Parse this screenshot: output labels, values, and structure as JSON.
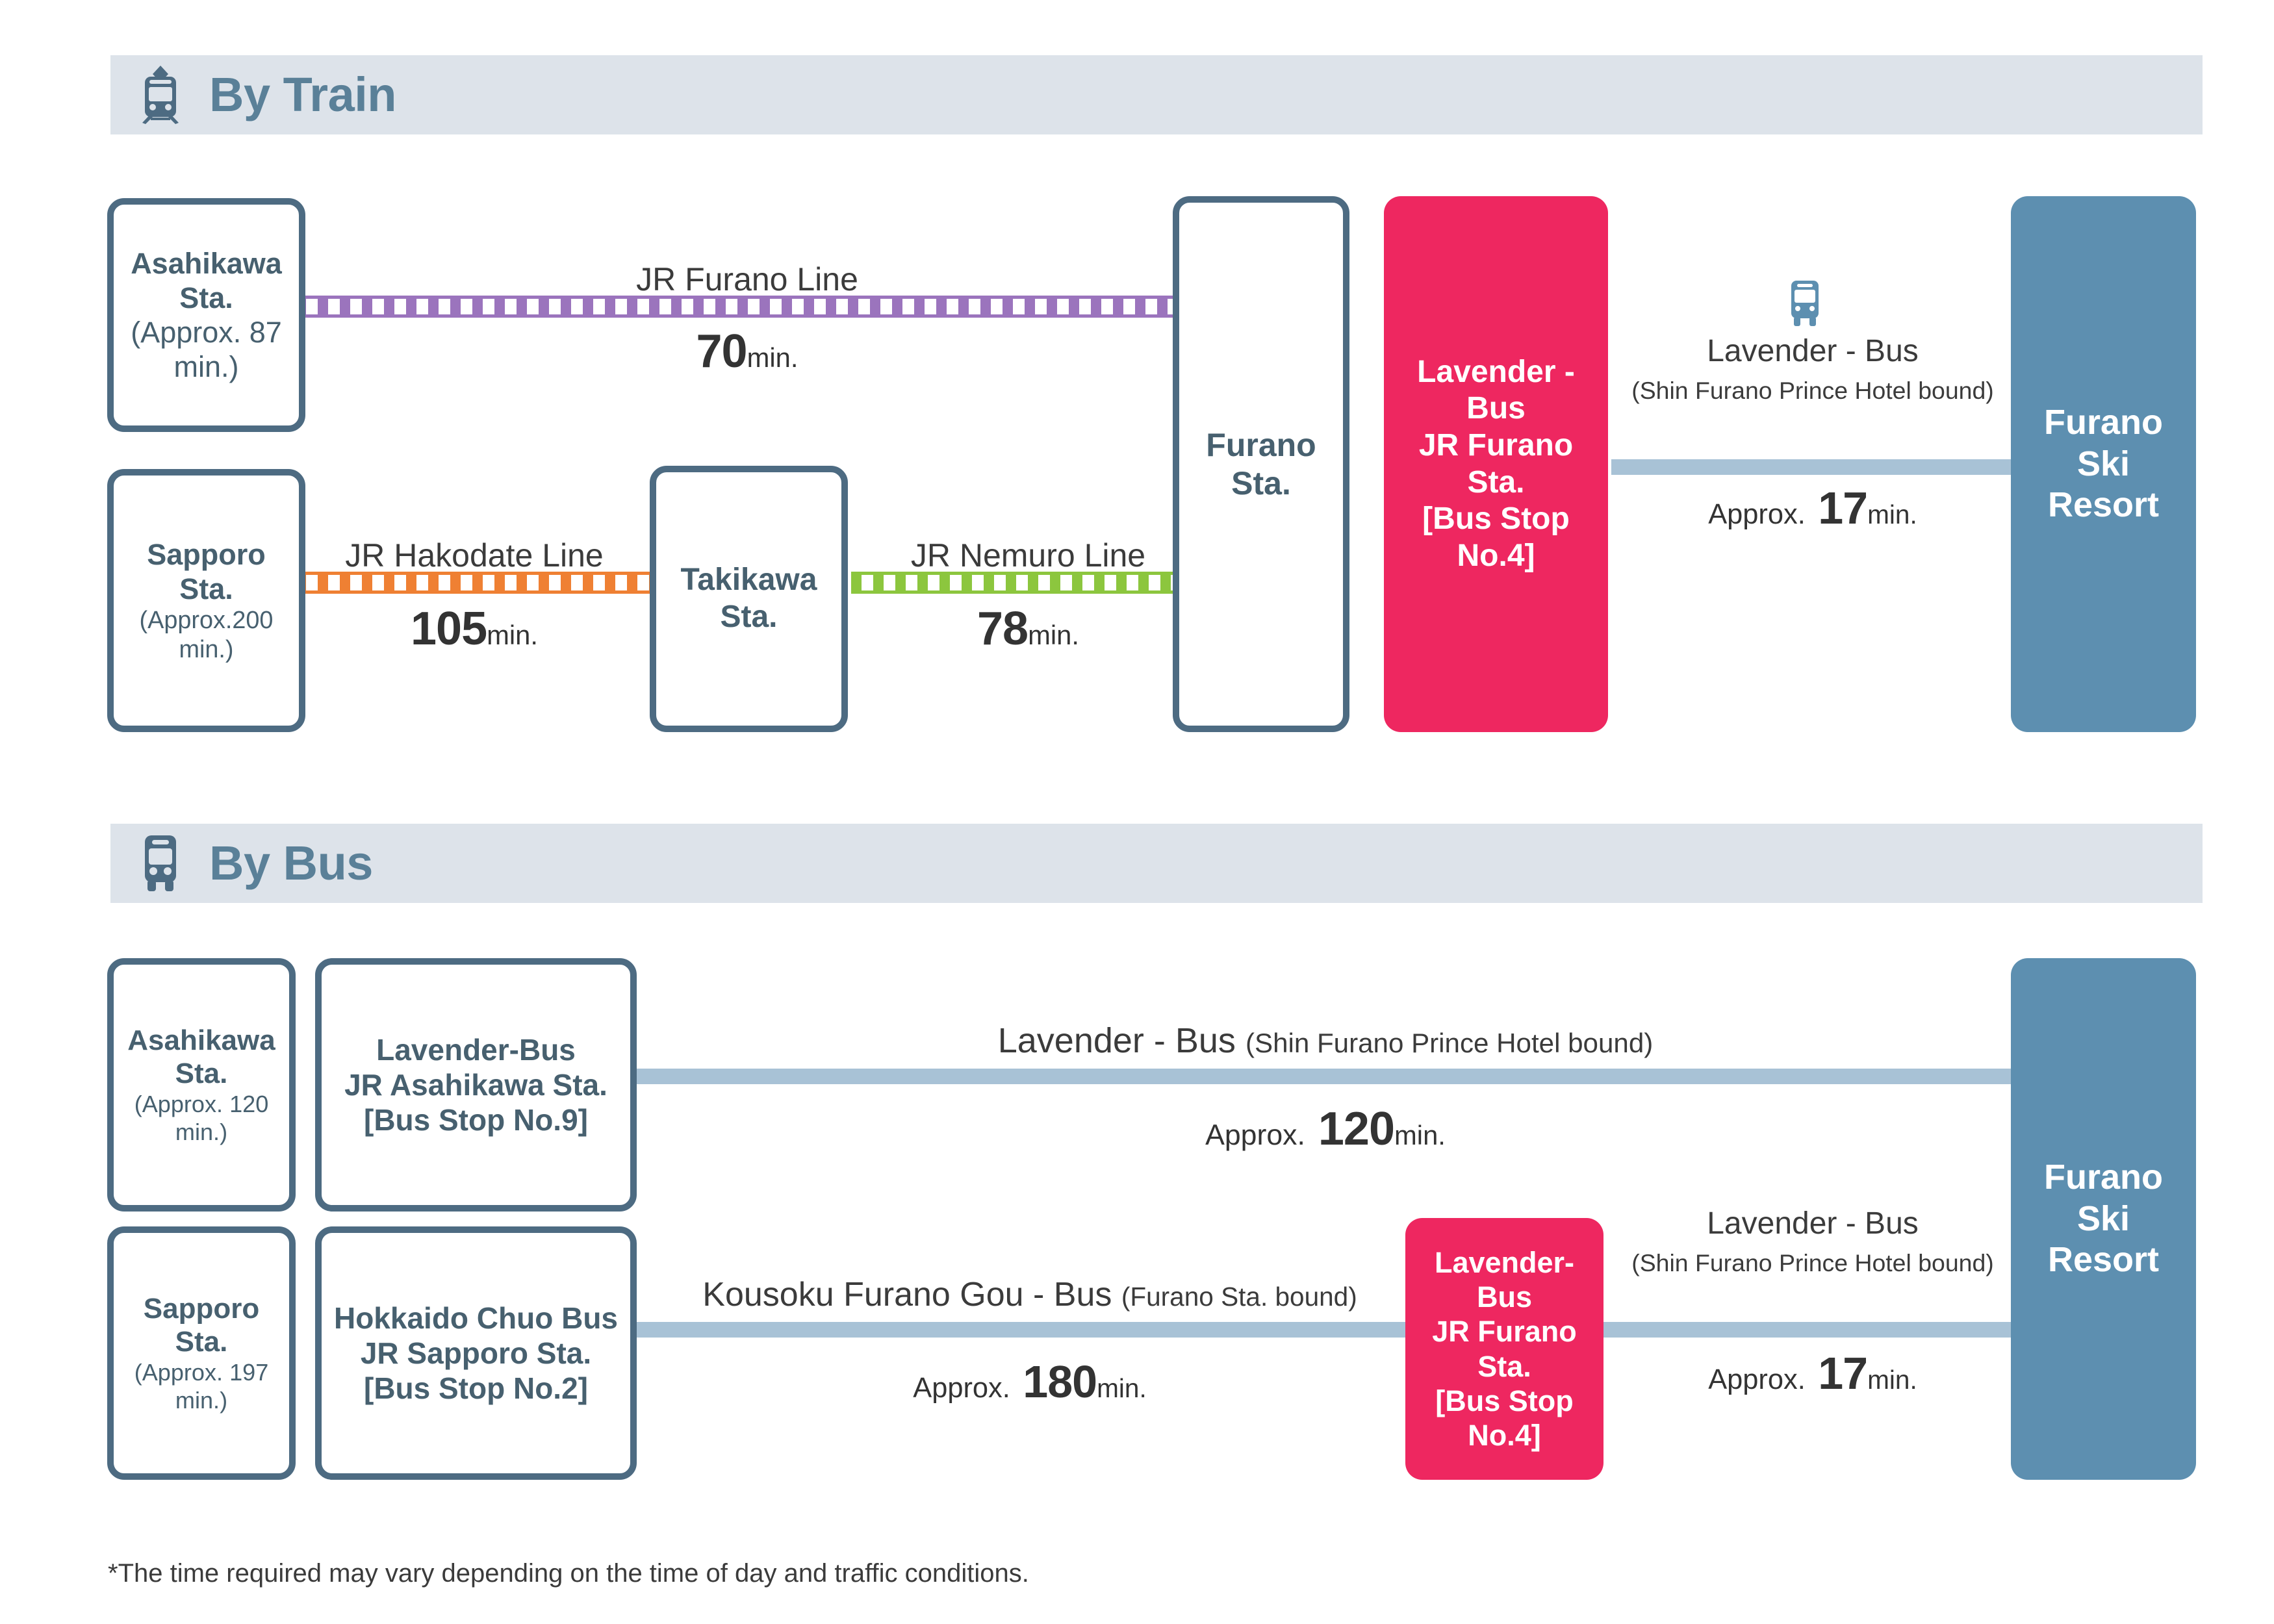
{
  "sections": {
    "train": {
      "icon": "train-icon",
      "title": "By Train",
      "nodes": {
        "asahikawa": {
          "title": "Asahikawa\nSta.",
          "sub": "(Approx. 87 min.)"
        },
        "sapporo": {
          "title": "Sapporo Sta.",
          "sub": "(Approx.200 min.)"
        },
        "takikawa": {
          "title": "Takikawa Sta."
        },
        "furano": {
          "title": "Furano Sta."
        },
        "lavender_stop": {
          "title": "Lavender - Bus\nJR Furano Sta.\n[Bus Stop\nNo.4]"
        },
        "resort": {
          "title": "Furano\nSki\nResort"
        }
      },
      "routes": {
        "furano_line": {
          "name": "JR Furano Line",
          "approx": "",
          "num": "70",
          "unit": "min.",
          "color": "#9b74bd"
        },
        "hakodate_line": {
          "name": "JR Hakodate Line",
          "approx": "",
          "num": "105",
          "unit": "min.",
          "color": "#ef8033"
        },
        "nemuro_line": {
          "name": "JR Nemuro Line",
          "approx": "",
          "num": "78",
          "unit": "min.",
          "color": "#8cc63e"
        },
        "lavender_bus": {
          "name_big": "Lavender - Bus",
          "name_small": "(Shin Furano Prince Hotel bound)",
          "approx": "Approx.",
          "num": "17",
          "unit": "min.",
          "icon": "bus-icon",
          "color": "#a8c2d6"
        }
      }
    },
    "bus": {
      "icon": "bus-icon",
      "title": "By Bus",
      "nodes": {
        "asahikawa": {
          "title": "Asahikawa\nSta.",
          "sub": "(Approx. 120 min.)"
        },
        "asahikawa_stop": {
          "title": "Lavender-Bus\nJR Asahikawa Sta.\n[Bus Stop No.9]"
        },
        "sapporo": {
          "title": "Sapporo Sta.",
          "sub": "(Approx. 197 min.)"
        },
        "sapporo_stop": {
          "title": "Hokkaido Chuo Bus\nJR Sapporo Sta.\n[Bus Stop No.2]"
        },
        "lavender_stop": {
          "title": "Lavender - Bus\nJR Furano Sta.\n[Bus Stop\nNo.4]"
        },
        "resort": {
          "title": "Furano\nSki\nResort"
        }
      },
      "routes": {
        "lavender_direct": {
          "name_big": "Lavender - Bus",
          "name_small": "(Shin Furano Prince Hotel bound)",
          "approx": "Approx.",
          "num": "120",
          "unit": "min.",
          "color": "#a8c2d6"
        },
        "kousoku": {
          "name_big": "Kousoku Furano Gou - Bus",
          "name_small": "(Furano Sta. bound)",
          "approx": "Approx.",
          "num": "180",
          "unit": "min.",
          "color": "#a8c2d6"
        },
        "lavender_leg": {
          "name_big": "Lavender - Bus",
          "name_small": "(Shin Furano Prince Hotel bound)",
          "approx": "Approx.",
          "num": "17",
          "unit": "min.",
          "color": "#a8c2d6"
        }
      }
    }
  },
  "footnote": "*The time required may vary depending on the time of day and traffic conditions.",
  "colors": {
    "header_band": "#dde3ea",
    "header_text": "#5a8098",
    "box_border": "#4d6b82",
    "box_text": "#47606f",
    "pink": "#ee2760",
    "resort_blue": "#5d8fb0",
    "bus_line": "#a8c2d6",
    "furano_line": "#9b74bd",
    "hakodate_line": "#ef8033",
    "nemuro_line": "#8cc63e"
  }
}
